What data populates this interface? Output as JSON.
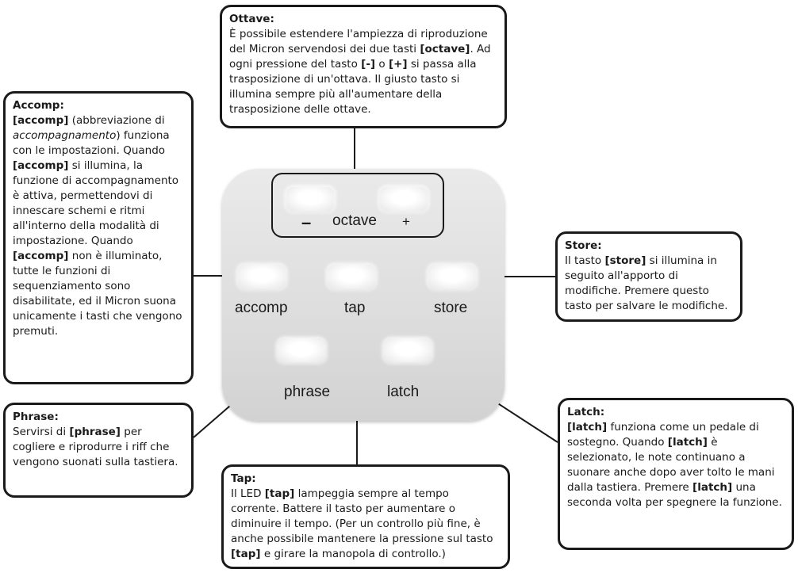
{
  "panel": {
    "octave_minus_symbol": "–",
    "octave_label": "octave",
    "octave_plus_symbol": "+",
    "accomp_label": "accomp",
    "tap_label": "tap",
    "store_label": "store",
    "phrase_label": "phrase",
    "latch_label": "latch"
  },
  "callouts": {
    "ottave": {
      "title": "Ottave:",
      "t1": "È possibile estendere l'ampiezza di riproduzione del Micron servendosi dei due tasti ",
      "b1": "[octave]",
      "t2": ".  Ad ogni pressione del tasto ",
      "b2": "[-]",
      "t3": " o ",
      "b3": "[+]",
      "t4": " si passa alla trasposizione di un'ottava. Il giusto tasto si illumina sempre più all'aumentare della trasposizione delle ottave."
    },
    "accomp": {
      "title": "Accomp:",
      "b1": "[accomp]",
      "t1": " (abbreviazione di ",
      "i1": "accompagnamento",
      "t2": ") funziona con le impostazioni.  Quando ",
      "b2": "[accomp]",
      "t3": " si illumina, la funzione di accompagnamento è attiva, permettendovi di innescare schemi e ritmi all'interno della modalità di impostazione. Quando ",
      "b3": "[accomp]",
      "t4": " non è illuminato, tutte le funzioni di sequenziamento sono disabilitate, ed il Micron suona unicamente i tasti che vengono premuti."
    },
    "store": {
      "title": "Store:",
      "t1": "Il tasto ",
      "b1": "[store]",
      "t2": " si illumina in seguito all'apporto di modifiche.  Premere questo tasto per salvare le modifiche."
    },
    "phrase": {
      "title": "Phrase:",
      "t1": "Servirsi di ",
      "b1": "[phrase]",
      "t2": " per cogliere e riprodurre i riff che vengono suonati sulla tastiera."
    },
    "tap": {
      "title": "Tap:",
      "t1": "Il LED ",
      "b1": "[tap]",
      "t2": " lampeggia sempre al tempo corrente.  Battere il tasto per aumentare o diminuire il tempo. (Per un controllo più fine, è anche possibile mantenere la pressione sul tasto ",
      "b2": "[tap]",
      "t3": " e girare la manopola di controllo.)"
    },
    "latch": {
      "title": "Latch:",
      "b1": "[latch]",
      "t1": " funziona come un pedale di sostegno. Quando ",
      "b2": "[latch]",
      "t2": " è selezionato, le note continuano a suonare anche dopo aver tolto le mani dalla tastiera. Premere ",
      "b3": "[latch]",
      "t3": " una seconda volta per spegnere la funzione."
    }
  }
}
